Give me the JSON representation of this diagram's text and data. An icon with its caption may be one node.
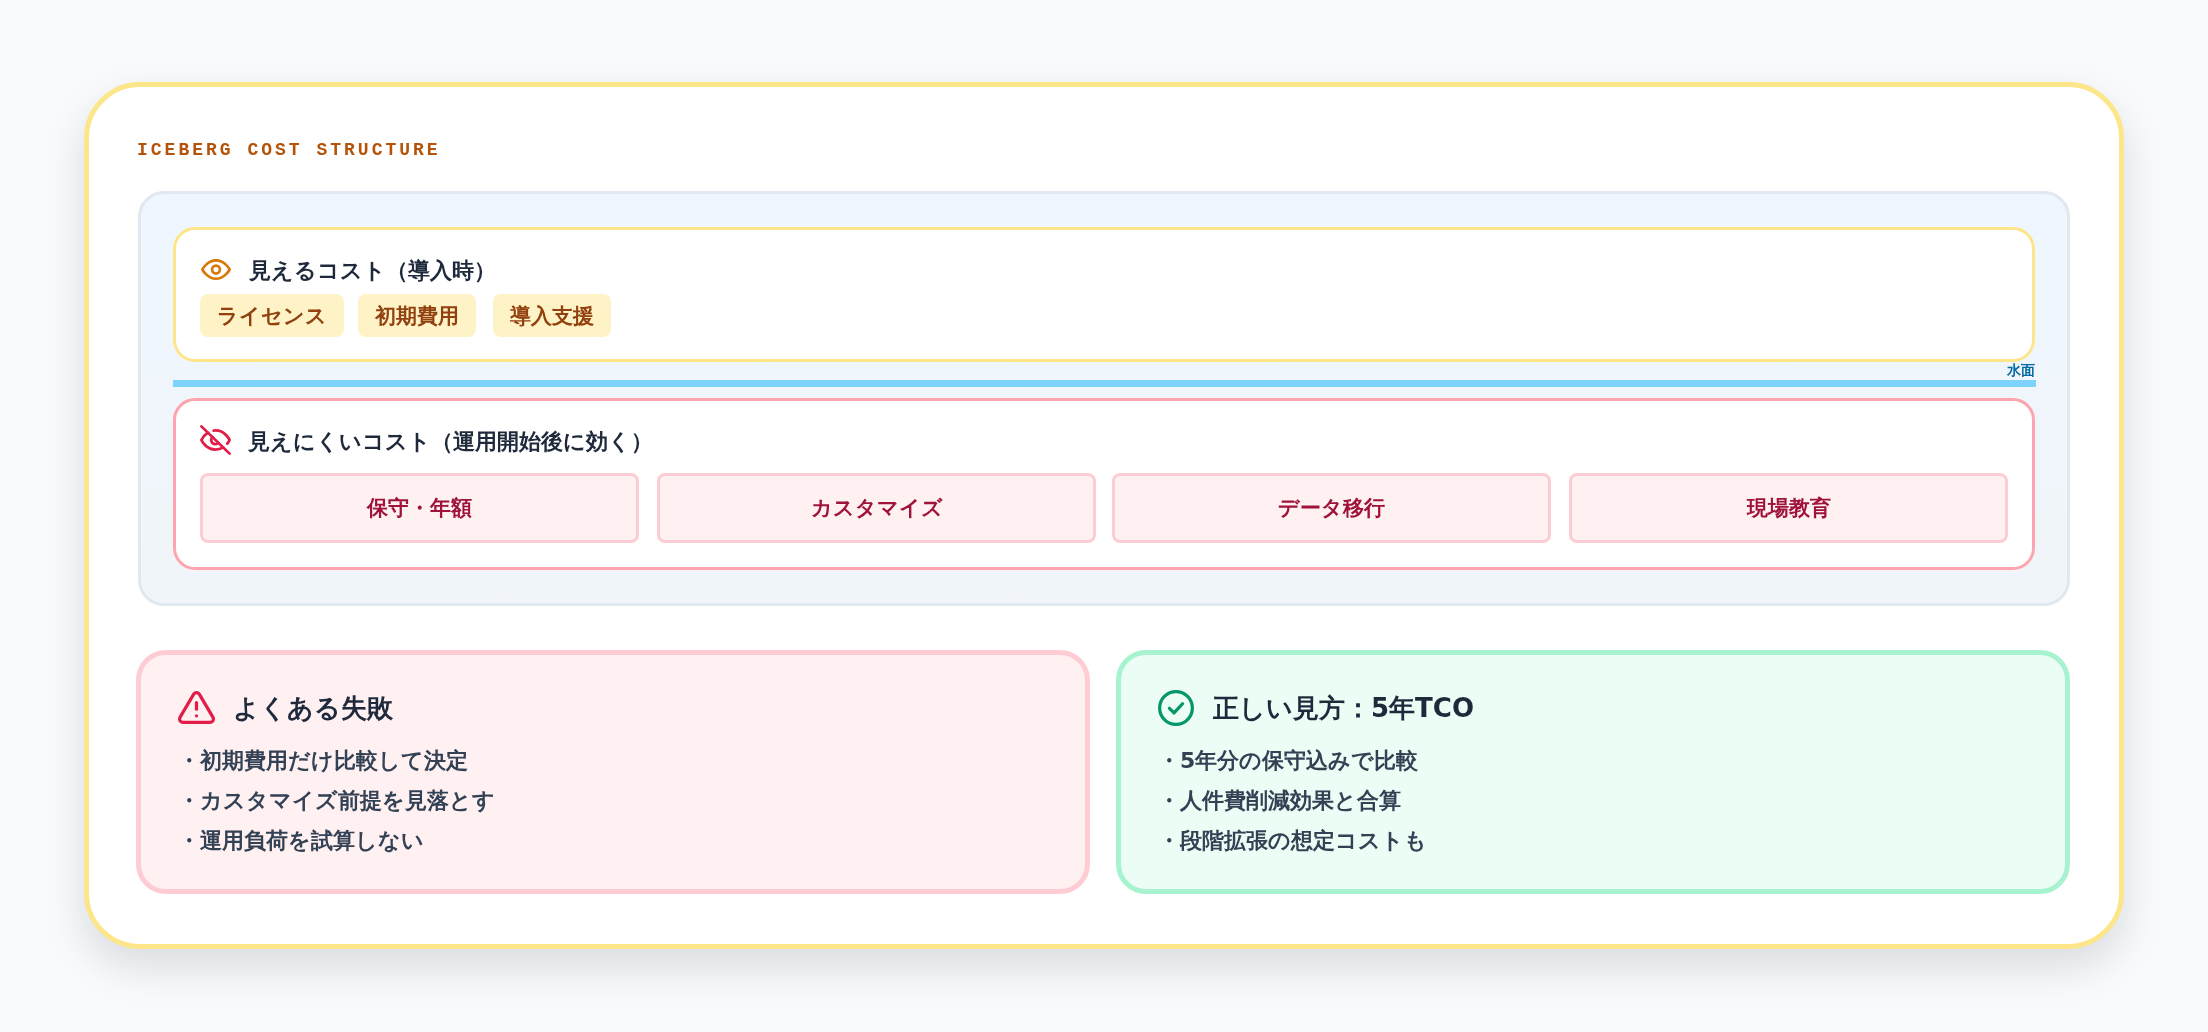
{
  "diagram": {
    "title": "ICEBERG COST STRUCTURE",
    "nodes": [
      {
        "text": [],
        "shape": "box"
      },
      {
        "text": [
          "見えるコスト（導入時）"
        ],
        "in": 0
      },
      {
        "text": [
          "ライセンス"
        ],
        "in": 1
      },
      {
        "text": [
          "初期費用"
        ],
        "in": 1
      },
      {
        "text": [
          "導入支援"
        ],
        "in": 1
      },
      {
        "text": [
          "見えにくいコスト（運用開始後に効く）"
        ],
        "in": 0
      },
      {
        "text": [
          "保守・年額"
        ],
        "in": 5
      },
      {
        "text": [
          "カスタマイズ"
        ],
        "in": 5
      },
      {
        "text": [
          "データ移行"
        ],
        "in": 5
      },
      {
        "text": [
          "現場教育"
        ],
        "in": 5
      },
      {
        "text": [
          "よくある失敗",
          "・初期費用だけ比較して決定",
          "・カスタマイズ前提を見落とす",
          "・運用負荷を試算しない"
        ]
      },
      {
        "text": [
          "正しい見方：5年TCO",
          "・5年分の保守込みで比較",
          "・人件費削減効果と合算",
          "・段階拡張の想定コストも"
        ]
      }
    ],
    "labels": [
      "水面"
    ]
  }
}
